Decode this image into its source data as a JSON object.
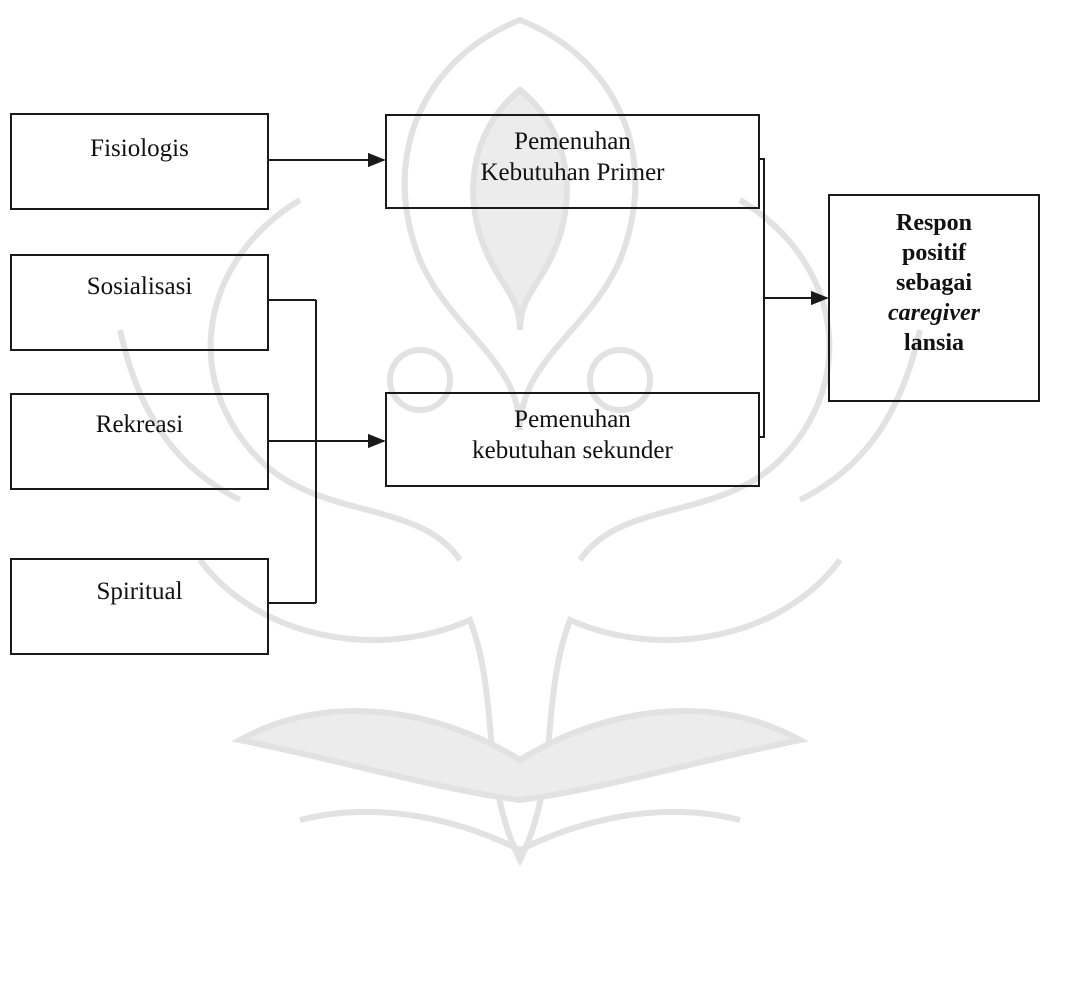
{
  "diagram": {
    "boxes": {
      "fisiologis": {
        "label": "Fisiologis"
      },
      "sosialisasi": {
        "label": "Sosialisasi"
      },
      "rekreasi": {
        "label": "Rekreasi"
      },
      "spiritual": {
        "label": "Spiritual"
      },
      "primer": {
        "line1": "Pemenuhan",
        "line2": "Kebutuhan Primer"
      },
      "sekunder": {
        "line1": "Pemenuhan",
        "line2": "kebutuhan sekunder"
      },
      "respon": {
        "line1": "Respon",
        "line2": "positif",
        "line3": "sebagai",
        "line4": "caregiver",
        "line5": "lansia"
      }
    },
    "connections": [
      {
        "from": "Fisiologis",
        "to": "Pemenuhan Kebutuhan Primer"
      },
      {
        "from": "Sosialisasi",
        "to": "Pemenuhan kebutuhan sekunder"
      },
      {
        "from": "Rekreasi",
        "to": "Pemenuhan kebutuhan sekunder"
      },
      {
        "from": "Spiritual",
        "to": "Pemenuhan kebutuhan sekunder"
      },
      {
        "from": "Pemenuhan Kebutuhan Primer",
        "to": "Respon positif sebagai caregiver lansia"
      },
      {
        "from": "Pemenuhan kebutuhan sekunder",
        "to": "Respon positif sebagai caregiver lansia"
      }
    ],
    "colors": {
      "line": "#1a1a1a",
      "watermark": "#e6e6e6",
      "background": "#ffffff"
    }
  }
}
